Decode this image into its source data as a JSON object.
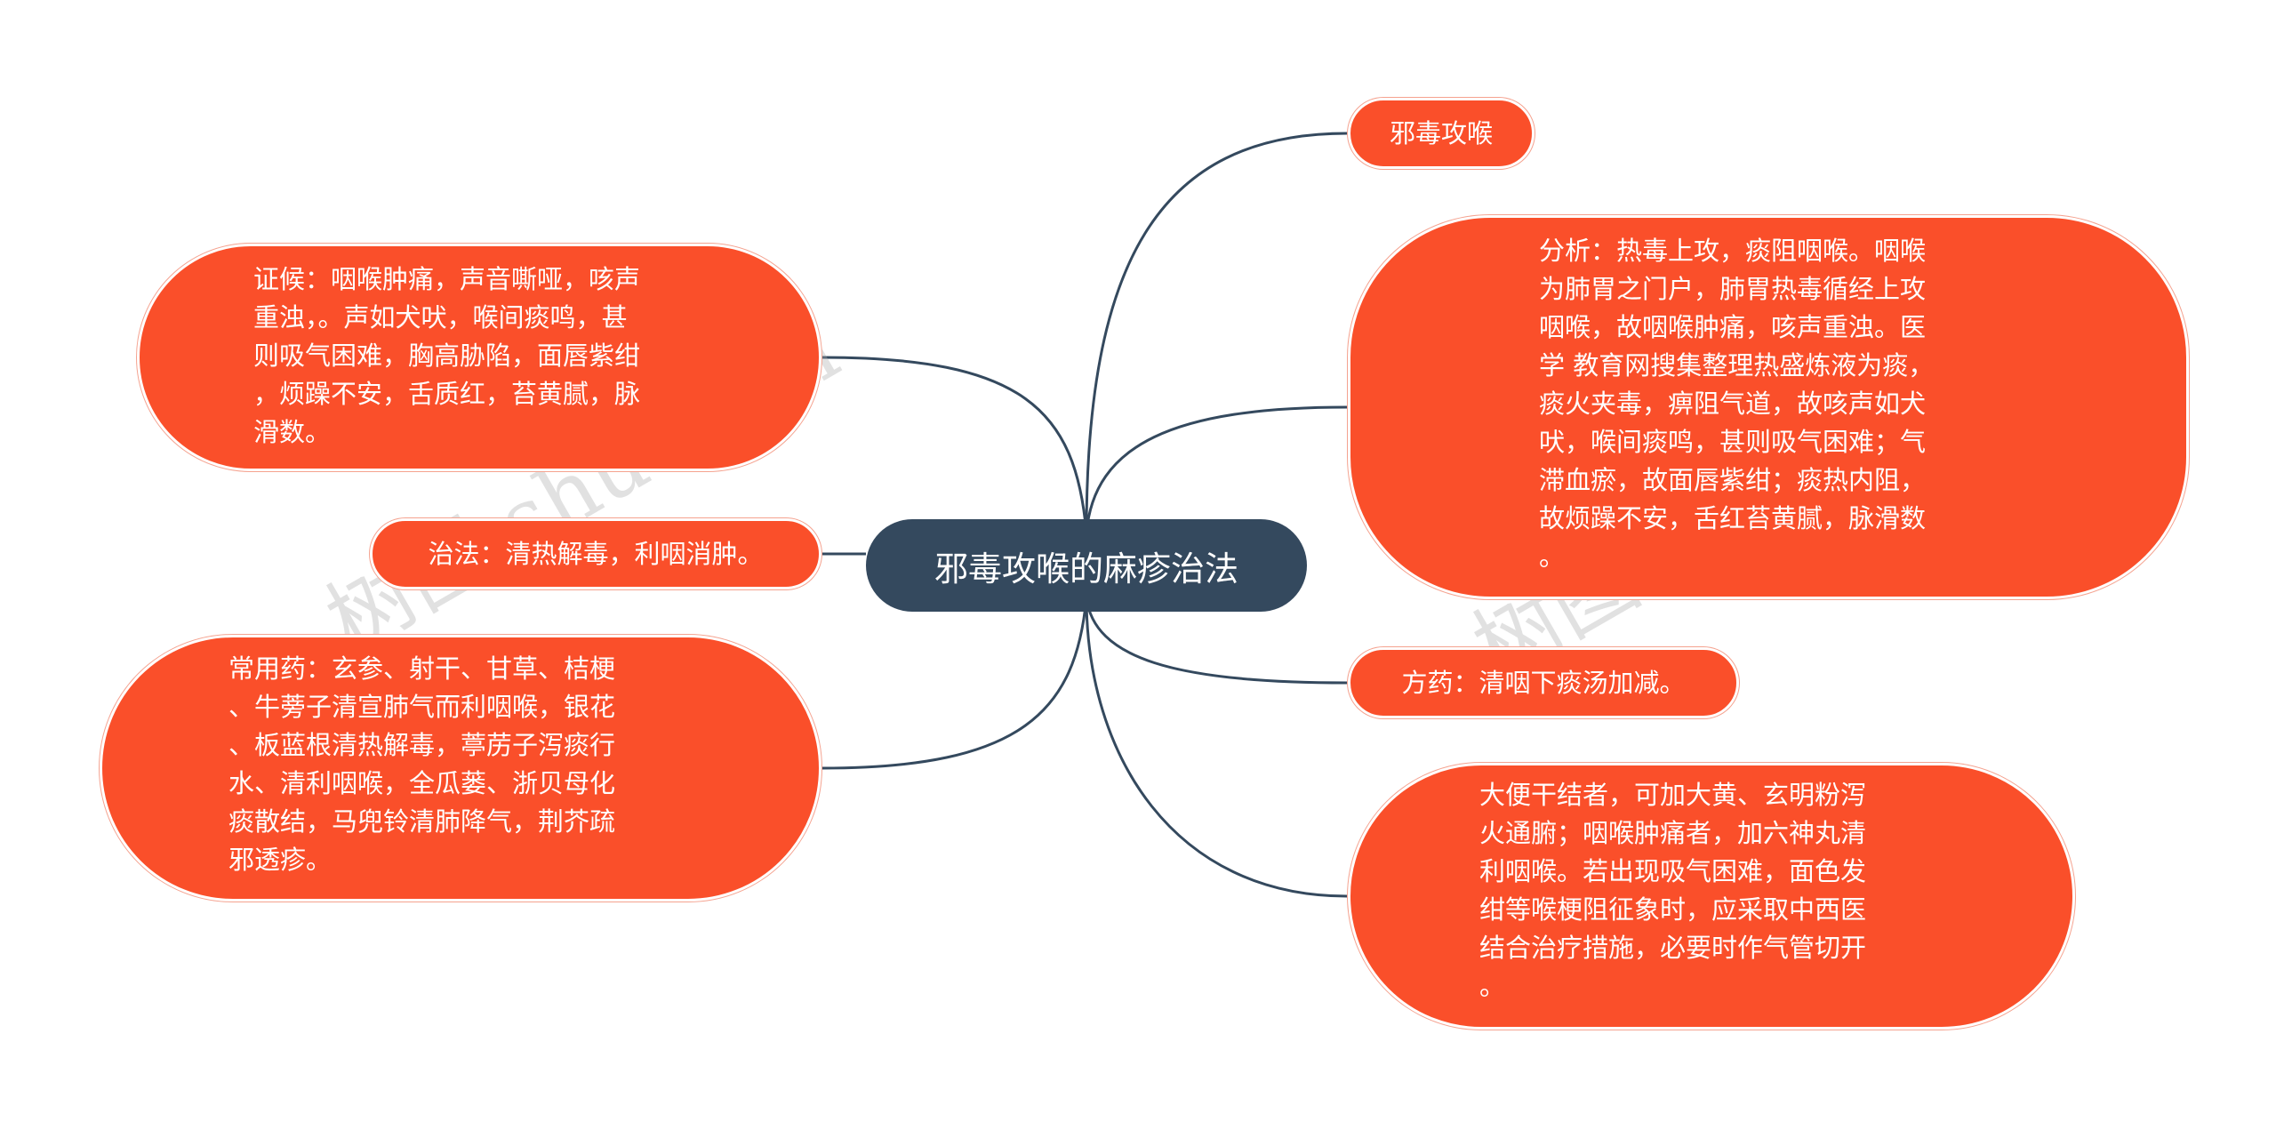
{
  "center": {
    "label": "邪毒攻喉的麻疹治法"
  },
  "nodes": {
    "xie_du": "邪毒攻喉",
    "zheng_hou": "证候：咽喉肿痛，声音嘶哑，咳声\n重浊，。声如犬吠，喉间痰鸣，甚\n则吸气困难，胸高胁陷，面唇紫绀\n，烦躁不安，舌质红，苔黄腻，脉\n滑数。",
    "fen_xi": "分析：热毒上攻，痰阻咽喉。咽喉\n为肺胃之门户，肺胃热毒循经上攻\n咽喉，故咽喉肿痛，咳声重浊。医\n学 教育网搜集整理热盛炼液为痰，\n痰火夹毒，痹阻气道，故咳声如犬\n吠，喉间痰鸣，甚则吸气困难；气\n滞血瘀，故面唇紫绀；痰热内阻，\n故烦躁不安，舌红苔黄腻，脉滑数\n。",
    "zhi_fa": "治法：清热解毒，利咽消肿。",
    "fang_yao": "方药：清咽下痰汤加减。",
    "chang_yong_yao": "常用药：玄参、射干、甘草、桔梗\n、牛蒡子清宣肺气而利咽喉，银花\n、板蓝根清热解毒，葶苈子泻痰行\n水、清利咽喉，全瓜蒌、浙贝母化\n痰散结，马兜铃清肺降气，荆芥疏\n邪透疹。",
    "jia_jian": "大便干结者，可加大黄、玄明粉泻\n火通腑；咽喉肿痛者，加六神丸清\n利咽喉。若出现吸气困难，面色发\n绀等喉梗阻征象时，应采取中西医\n结合治疗措施，必要时作气管切开\n。"
  },
  "watermarks": [
    "树图 shutu.cn",
    "树图 shutu.cn"
  ],
  "colors": {
    "node": "#FA4F2A",
    "center": "#34495E",
    "link": "#34495E"
  }
}
